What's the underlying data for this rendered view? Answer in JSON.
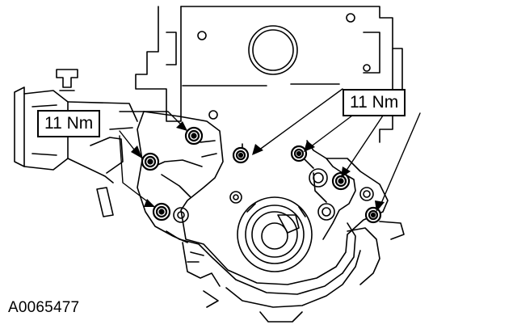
{
  "labels": {
    "torque_left": "11 Nm",
    "torque_right": "11 Nm"
  },
  "figure_id": "A0065477",
  "icons": {
    "bolt": "bolt-icon",
    "arrow": "callout-arrow-icon"
  },
  "colors": {
    "line": "#000000",
    "background": "#ffffff"
  }
}
